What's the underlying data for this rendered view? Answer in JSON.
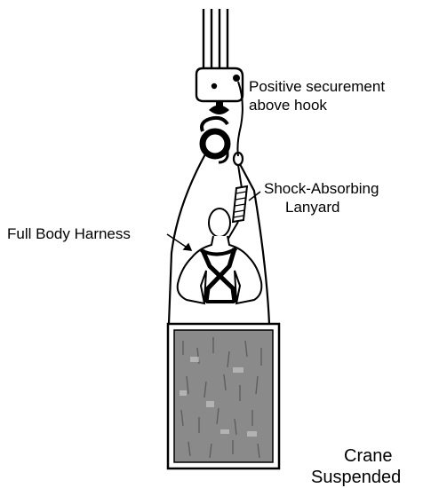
{
  "labels": {
    "positive_line1": "Positive securement",
    "positive_line2": "above hook",
    "shock_line1": "Shock-Absorbing",
    "shock_line2": "Lanyard",
    "harness": "Full Body Harness",
    "crane": "Crane",
    "crane_clipped": "Suspended"
  },
  "colors": {
    "ink": "#000000",
    "platform_fill": "#8a8a8a",
    "background": "#ffffff"
  }
}
